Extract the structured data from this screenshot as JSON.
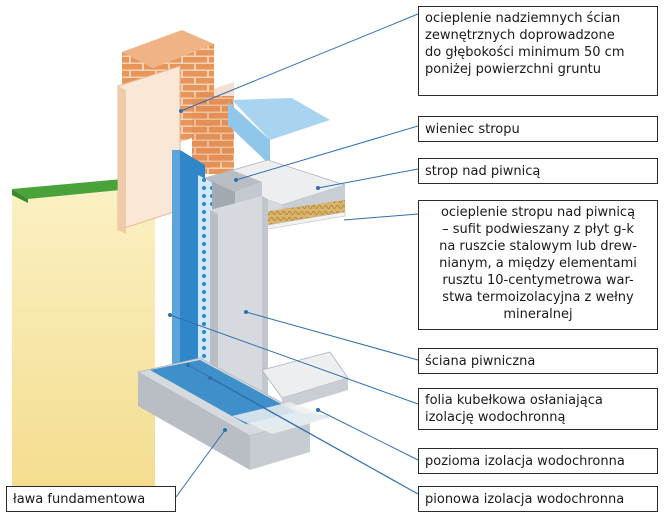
{
  "labels": {
    "top": [
      "ocieplenie nadziemnych ścian",
      "zewnętrznych doprowadzone",
      "do głębokości minimum 50 cm",
      "poniżej powierzchni gruntu"
    ],
    "wieniec": "wieniec stropu",
    "strop": "strop nad piwnicą",
    "sufit": [
      "ocieplenie stropu nad piwnicą",
      "– sufit podwieszany z płyt g-k",
      "na ruszcie stalowym lub drew-",
      "nianym, a między elementami",
      "rusztu 10-centymetrowa war-",
      "stwa termoizolacyjna z wełny",
      "mineralnej"
    ],
    "sciana": "ściana piwniczna",
    "folia": [
      "folia kubełkowa osłaniająca",
      "izolację wodochronną"
    ],
    "pozioma": "pozioma izolacja wodochronna",
    "pionowa": "pionowa izolacja wodochronna",
    "lawa": "ława fundamentowa"
  },
  "colors": {
    "brick": "#e8955a",
    "brick_mortar": "#f6d2b4",
    "insulation_panel": "#fbe7d6",
    "soil": "#f6e6a8",
    "grass": "#4aa33a",
    "concrete_light": "#eceef0",
    "concrete_mid": "#d6dadf",
    "concrete_dark": "#b9bec5",
    "waterproofing": "#2f86c8",
    "foil_light": "#a9d4ef",
    "mineral_wool": "#c9a55a",
    "leader_line": "#2f6fb0"
  }
}
